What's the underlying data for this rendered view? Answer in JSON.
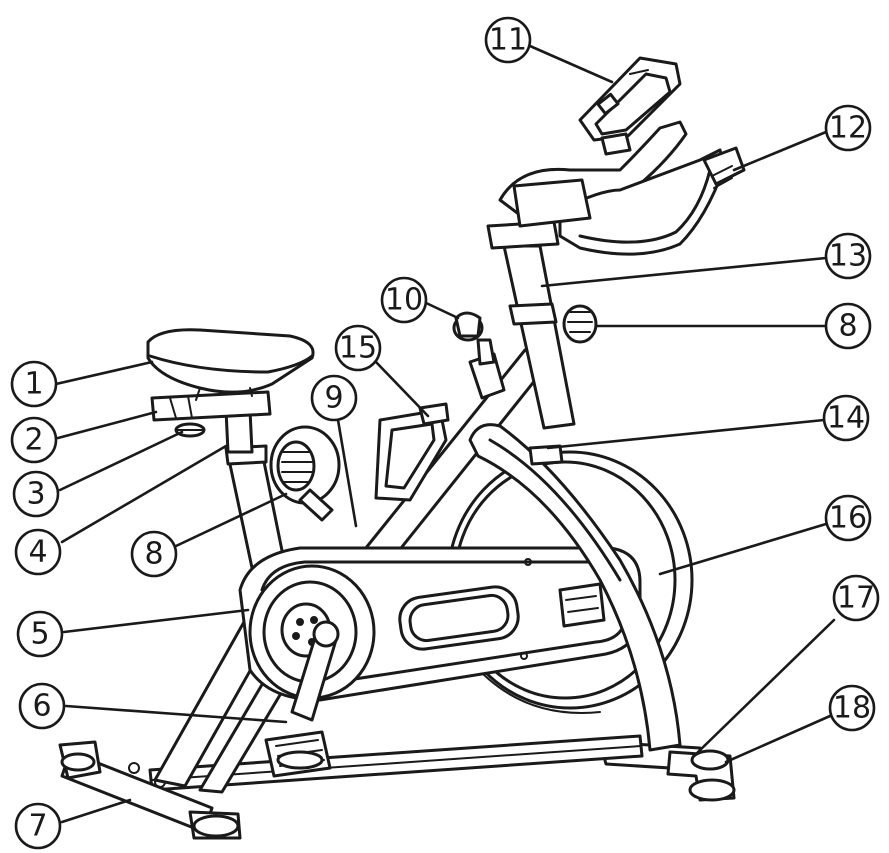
{
  "callouts": [
    {
      "id": "c1",
      "label": "1"
    },
    {
      "id": "c2",
      "label": "2"
    },
    {
      "id": "c3",
      "label": "3"
    },
    {
      "id": "c4",
      "label": "4"
    },
    {
      "id": "c5",
      "label": "5"
    },
    {
      "id": "c6",
      "label": "6"
    },
    {
      "id": "c7",
      "label": "7"
    },
    {
      "id": "c8a",
      "label": "8"
    },
    {
      "id": "c8b",
      "label": "8"
    },
    {
      "id": "c9",
      "label": "9"
    },
    {
      "id": "c10",
      "label": "10"
    },
    {
      "id": "c11",
      "label": "11"
    },
    {
      "id": "c12",
      "label": "12"
    },
    {
      "id": "c13",
      "label": "13"
    },
    {
      "id": "c14",
      "label": "14"
    },
    {
      "id": "c15",
      "label": "15"
    },
    {
      "id": "c16",
      "label": "16"
    },
    {
      "id": "c17",
      "label": "17"
    },
    {
      "id": "c18",
      "label": "18"
    }
  ],
  "colors": {
    "line": "#1a1a1a",
    "background": "#ffffff"
  }
}
